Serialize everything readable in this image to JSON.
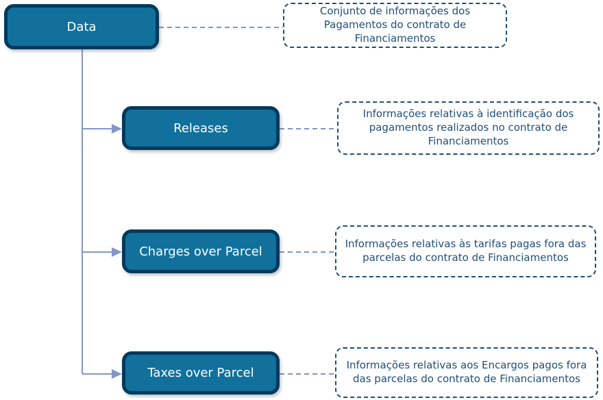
{
  "diagram": {
    "root": {
      "label": "Data",
      "note": "Conjunto de informações dos Pagamentos do contrato de Financiamentos"
    },
    "children": [
      {
        "label": "Releases",
        "note": "Informações relativas à identificação dos pagamentos realizados no contrato de Financiamentos"
      },
      {
        "label": "Charges over Parcel",
        "note": "Informações relativas às tarifas pagas fora das parcelas do contrato de Financiamentos"
      },
      {
        "label": "Taxes over Parcel",
        "note": "Informações relativas aos Encargos pagos fora das parcelas do contrato de Financiamentos"
      }
    ],
    "colors": {
      "node_fill": "#11709C",
      "node_border": "#003A5C",
      "node_text": "#FFFFFF",
      "note_border": "#1B4E74",
      "note_text": "#1F4E79",
      "tree_connector": "#8496C8",
      "note_connector": "#7E93C4"
    }
  }
}
